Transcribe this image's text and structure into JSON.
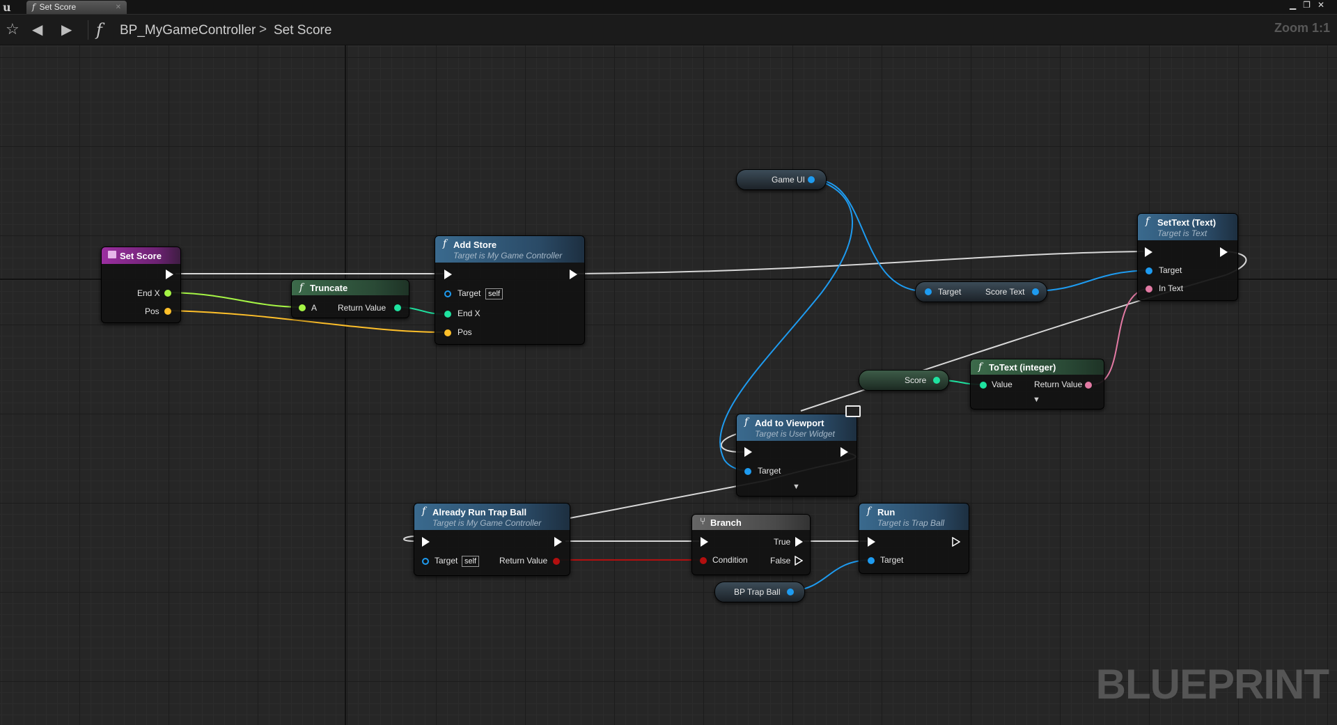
{
  "window": {
    "tab_label": "Set Score",
    "tab_icon": "function-icon",
    "controls": [
      "minimize",
      "restore",
      "close"
    ]
  },
  "toolbar": {
    "breadcrumb_root": "BP_MyGameController",
    "breadcrumb_separator": ">",
    "breadcrumb_current": "Set Score",
    "zoom_label": "Zoom 1:1",
    "icons": [
      "star-icon",
      "back-arrow-icon",
      "forward-arrow-icon",
      "function-icon"
    ]
  },
  "graph": {
    "watermark": "BLUEPRINT"
  },
  "nodes": {
    "set_score": {
      "title": "Set Score",
      "pins": {
        "end_x": "End X",
        "pos": "Pos"
      }
    },
    "truncate": {
      "title": "Truncate",
      "pins": {
        "a": "A",
        "return_value": "Return Value"
      }
    },
    "add_store": {
      "title": "Add Store",
      "subtitle": "Target is My Game Controller",
      "pins": {
        "target": "Target",
        "self": "self",
        "end_x": "End X",
        "pos": "Pos"
      }
    },
    "game_ui": {
      "title": "Game UI"
    },
    "settext": {
      "title": "SetText (Text)",
      "subtitle": "Target is Text",
      "pins": {
        "target": "Target",
        "in_text": "In Text"
      }
    },
    "score_text": {
      "target": "Target",
      "output": "Score Text"
    },
    "score_var": {
      "title": "Score"
    },
    "totext": {
      "title": "ToText (integer)",
      "pins": {
        "value": "Value",
        "return_value": "Return Value"
      }
    },
    "add_to_viewport": {
      "title": "Add to Viewport",
      "subtitle": "Target is User Widget",
      "pins": {
        "target": "Target"
      }
    },
    "already_run": {
      "title": "Already Run Trap Ball",
      "subtitle": "Target is My Game Controller",
      "pins": {
        "target": "Target",
        "self": "self",
        "return_value": "Return Value"
      }
    },
    "branch": {
      "title": "Branch",
      "pins": {
        "true": "True",
        "condition": "Condition",
        "false": "False"
      }
    },
    "run": {
      "title": "Run",
      "subtitle": "Target is Trap Ball",
      "pins": {
        "target": "Target"
      }
    },
    "bp_trap_ball": {
      "title": "BP Trap Ball"
    }
  },
  "colors": {
    "exec_wire": "#d8d8d8",
    "float_pin": "#a6f545",
    "int_pin": "#1fe3a0",
    "vector_pin": "#ffc02a",
    "object_pin": "#1e9bf0",
    "text_pin": "#e37aa4",
    "bool_pin": "#b30f0f"
  }
}
